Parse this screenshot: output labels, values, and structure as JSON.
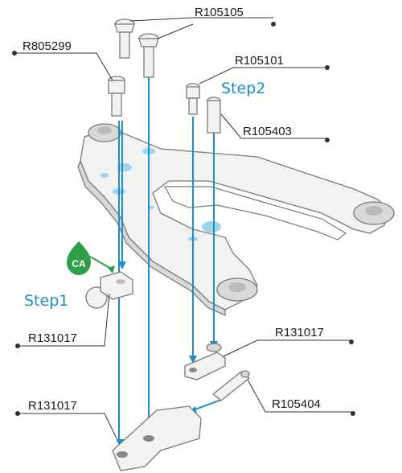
{
  "labels": {
    "top_screw": "R105105",
    "left_screw": "R805299",
    "right_screw": "R105101",
    "standoff": "R105403",
    "mount_right": "R131017",
    "mount_left": "R131017",
    "mount_bottom": "R131017",
    "pin": "R105404"
  },
  "steps": {
    "step1": "Step1",
    "step2": "Step2"
  },
  "ca_badge": "CA",
  "colors": {
    "accent": "#1a8fcc",
    "badge": "#2e9e4a"
  }
}
